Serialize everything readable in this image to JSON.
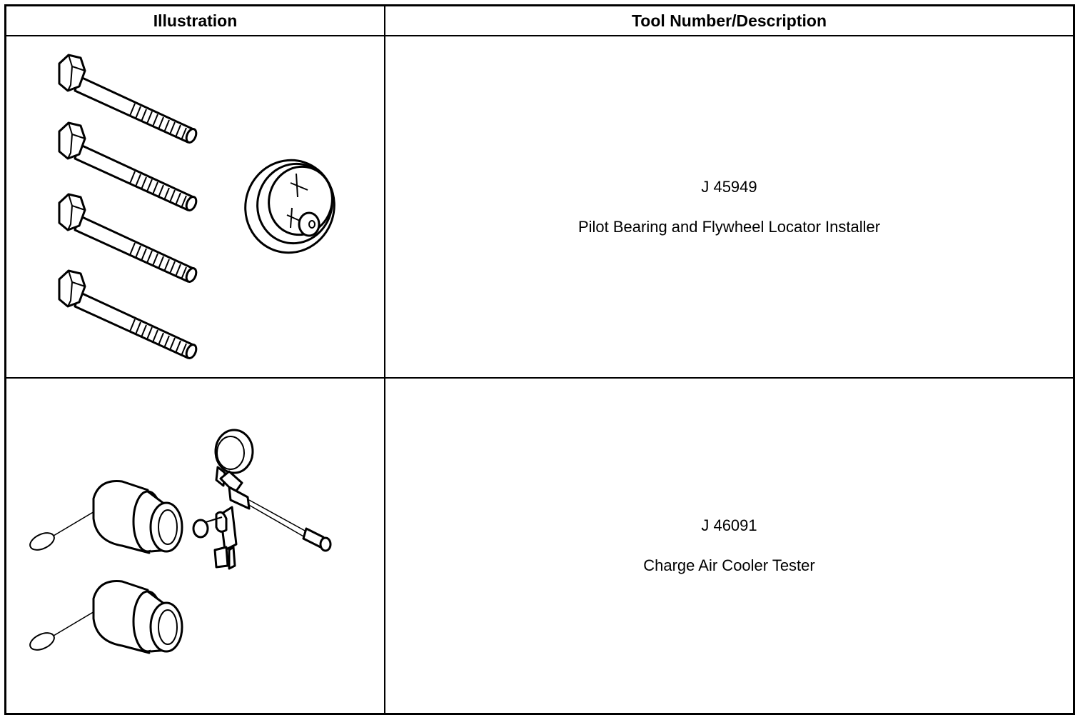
{
  "table": {
    "headers": {
      "illustration": "Illustration",
      "tool": "Tool Number/Description"
    },
    "rows": [
      {
        "tool_number": "J 45949",
        "description": "Pilot Bearing and Flywheel Locator Installer",
        "illustration_icon": "bolts-and-locator-illustration"
      },
      {
        "tool_number": "J 46091",
        "description": "Charge Air Cooler Tester",
        "illustration_icon": "charge-air-cooler-tester-illustration"
      }
    ]
  },
  "colors": {
    "line": "#000000",
    "background": "#ffffff"
  }
}
